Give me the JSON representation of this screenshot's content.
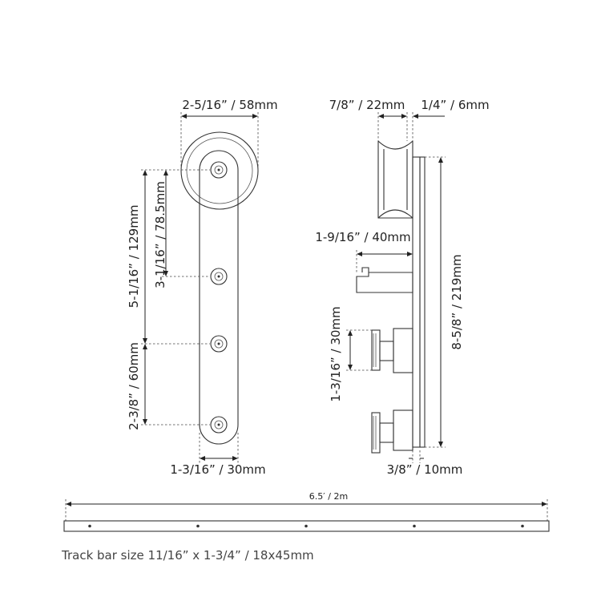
{
  "front_view": {
    "dimensions": {
      "wheel_width": "2-5/16” / 58mm",
      "hole_spacing_top": "3-1/16” / 78.5mm",
      "total_height": "5-1/16” / 129mm",
      "hole_spacing_bottom": "2-3/8” / 60mm",
      "strap_width": "1-3/16” / 30mm"
    }
  },
  "side_view": {
    "dimensions": {
      "wheel_thickness": "7/8” / 22mm",
      "strap_thickness": "1/4” / 6mm",
      "stop_length": "1-9/16” / 40mm",
      "spacer_height": "1-3/16” / 30mm",
      "strap_length": "8-5/8” / 219mm",
      "spacer_depth": "3/8” / 10mm"
    }
  },
  "track": {
    "length_label": "6.5′ / 2m",
    "hole_count": 5
  },
  "caption": "Track bar size 11/16” x 1-3/4” / 18x45mm"
}
